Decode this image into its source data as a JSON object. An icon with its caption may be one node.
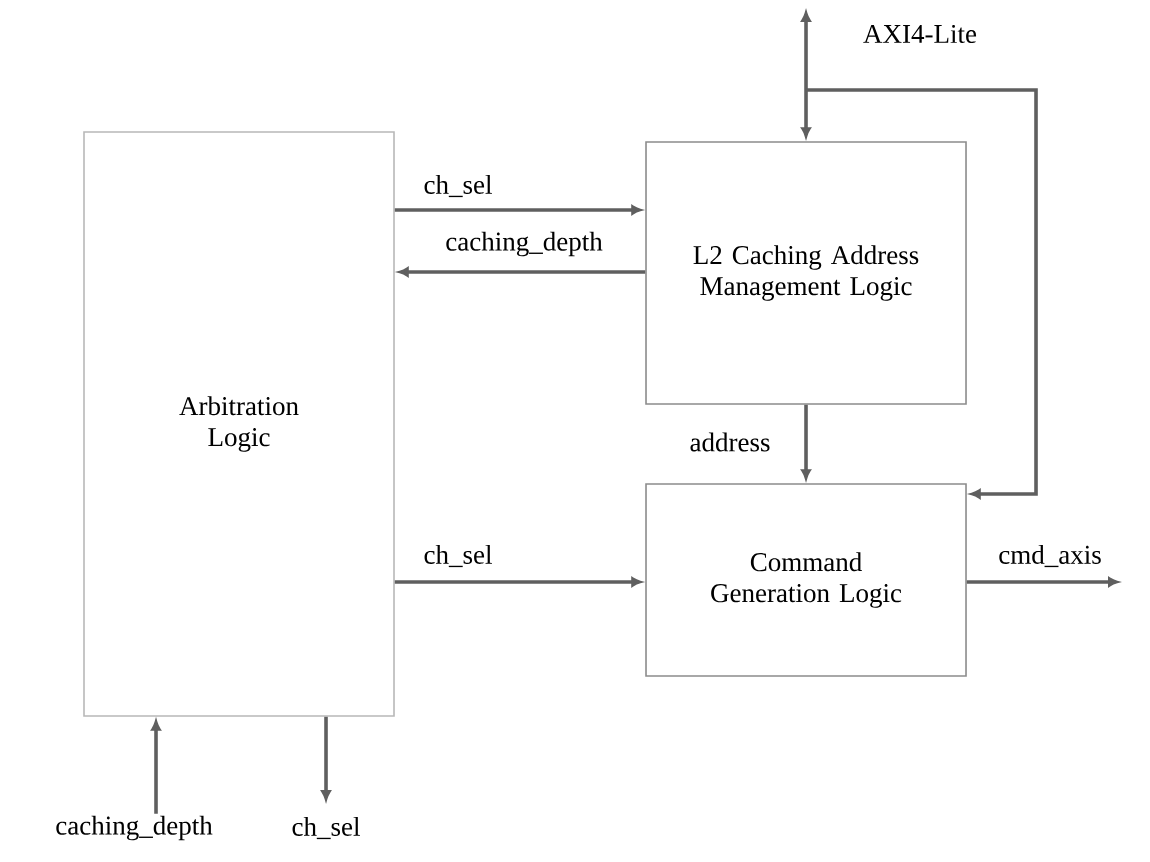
{
  "diagram": {
    "nodes": [
      {
        "text": [
          "Arbitration Logic"
        ]
      },
      {
        "text": [
          "L2 Caching Address Management Logic"
        ]
      },
      {
        "text": [
          "Command Generation Logic"
        ]
      }
    ],
    "edges": [
      {
        "from": 0,
        "to": 1,
        "arrow": "to",
        "label": "ch_sel"
      },
      {
        "from": 1,
        "to": 0,
        "arrow": "to",
        "label": "caching_depth"
      },
      {
        "from": 1,
        "to": 2,
        "arrow": "to",
        "label": "address"
      },
      {
        "from": 0,
        "to": 2,
        "arrow": "to",
        "label": "ch_sel"
      },
      {
        "from": 2,
        "to": null,
        "arrow": "to",
        "label": "cmd_axis"
      },
      {
        "from": null,
        "to": 0,
        "arrow": "to",
        "label": "caching_depth"
      },
      {
        "from": 0,
        "to": null,
        "arrow": "to",
        "label": "ch_sel"
      },
      {
        "from": null,
        "to": 1,
        "arrow": "both",
        "label": "AXI4-Lite"
      },
      {
        "from": null,
        "to": 2,
        "arrow": "to"
      }
    ]
  }
}
